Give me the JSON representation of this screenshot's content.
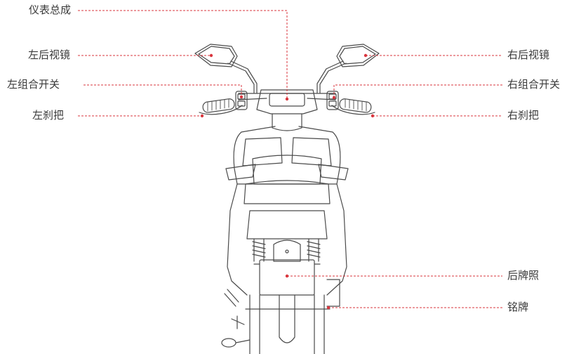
{
  "colors": {
    "leader": "#d9363e",
    "outline": "#4a4a4a",
    "text": "#3a3a3a"
  },
  "labels": {
    "dashboard": "仪表总成",
    "left_mirror": "左后视镜",
    "left_switch": "左组合开关",
    "left_brake": "左刹把",
    "right_mirror": "右后视镜",
    "right_switch": "右组合开关",
    "right_brake": "右刹把",
    "rear_plate": "后牌照",
    "nameplate": "铭牌"
  }
}
